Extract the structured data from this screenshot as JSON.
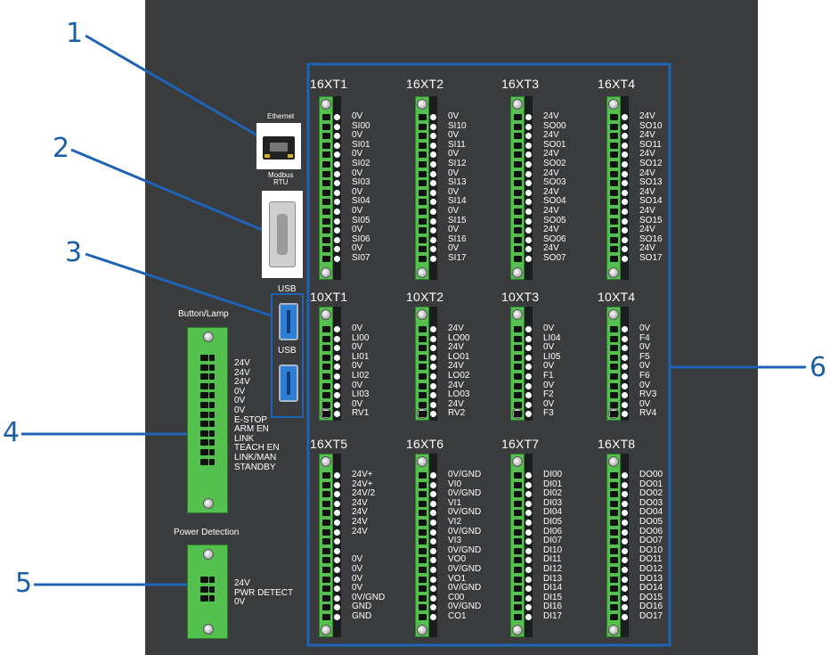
{
  "callouts": [
    "1",
    "2",
    "3",
    "4",
    "5",
    "6"
  ],
  "ports": {
    "ethernet": "Ethernet",
    "modbus": "Modbus\nRTU",
    "usb": "USB"
  },
  "sections": {
    "button_lamp": "Button/Lamp",
    "power_detection": "Power Detection"
  },
  "button_lamp_pins": [
    "24V",
    "24V",
    "24V",
    "0V",
    "0V",
    "0V",
    "E-STOP",
    "ARM EN",
    "LINK",
    "TEACH EN",
    "LINK/MAN",
    "STANDBY"
  ],
  "power_detection_pins": [
    "24V",
    "PWR DETECT",
    "0V"
  ],
  "connectors": [
    {
      "name": "16XT1",
      "pins": [
        "0V",
        "SI00",
        "0V",
        "SI01",
        "0V",
        "SI02",
        "0V",
        "SI03",
        "0V",
        "SI04",
        "0V",
        "SI05",
        "0V",
        "SI06",
        "0V",
        "SI07"
      ]
    },
    {
      "name": "16XT2",
      "pins": [
        "0V",
        "SI10",
        "0V",
        "SI11",
        "0V",
        "SI12",
        "0V",
        "SI13",
        "0V",
        "SI14",
        "0V",
        "SI15",
        "0V",
        "SI16",
        "0V",
        "SI17"
      ]
    },
    {
      "name": "16XT3",
      "pins": [
        "24V",
        "SO00",
        "24V",
        "SO01",
        "24V",
        "SO02",
        "24V",
        "SO03",
        "24V",
        "SO04",
        "24V",
        "SO05",
        "24V",
        "SO06",
        "24V",
        "SO07"
      ]
    },
    {
      "name": "16XT4",
      "pins": [
        "24V",
        "SO10",
        "24V",
        "SO11",
        "24V",
        "SO12",
        "24V",
        "SO13",
        "24V",
        "SO14",
        "24V",
        "SO15",
        "24V",
        "SO16",
        "24V",
        "SO17"
      ]
    },
    {
      "name": "10XT1",
      "pins": [
        "0V",
        "LI00",
        "0V",
        "LI01",
        "0V",
        "LI02",
        "0V",
        "LI03",
        "0V",
        "RV1"
      ]
    },
    {
      "name": "10XT2",
      "pins": [
        "24V",
        "LO00",
        "24V",
        "LO01",
        "24V",
        "LO02",
        "24V",
        "LO03",
        "24V",
        "RV2"
      ]
    },
    {
      "name": "10XT3",
      "pins": [
        "0V",
        "LI04",
        "0V",
        "LI05",
        "0V",
        "F1",
        "0V",
        "F2",
        "0V",
        "F3"
      ]
    },
    {
      "name": "10XT4",
      "pins": [
        "0V",
        "F4",
        "0V",
        "F5",
        "0V",
        "F6",
        "0V",
        "RV3",
        "0V",
        "RV4"
      ]
    },
    {
      "name": "16XT5",
      "pins": [
        "24V+",
        "24V+",
        "24V/2",
        "24V",
        "24V",
        "24V",
        "24V",
        "",
        "",
        "0V",
        "0V",
        "0V",
        "0V",
        "0V/GND",
        "GND",
        "GND"
      ]
    },
    {
      "name": "16XT6",
      "pins": [
        "0V/GND",
        "VI0",
        "0V/GND",
        "VI1",
        "0V/GND",
        "VI2",
        "0V/GND",
        "VI3",
        "0V/GND",
        "VO0",
        "0V/GND",
        "VO1",
        "0V/GND",
        "C00",
        "0V/GND",
        "CO1"
      ]
    },
    {
      "name": "16XT7",
      "pins": [
        "DI00",
        "DI01",
        "DI02",
        "DI03",
        "DI04",
        "DI05",
        "DI06",
        "DI07",
        "DI10",
        "DI11",
        "DI12",
        "DI13",
        "DI14",
        "DI15",
        "DI16",
        "DI17"
      ]
    },
    {
      "name": "16XT8",
      "pins": [
        "DO00",
        "DO01",
        "DO02",
        "DO03",
        "DO04",
        "DO05",
        "DO06",
        "DO07",
        "DO10",
        "DO11",
        "DO12",
        "DO13",
        "DO14",
        "DO15",
        "DO16",
        "DO17"
      ]
    }
  ],
  "colors": {
    "panel": "#3a3b3d",
    "callout": "#1a5ea8",
    "terminal": "#54c14f",
    "frame": "#1e63b5"
  }
}
